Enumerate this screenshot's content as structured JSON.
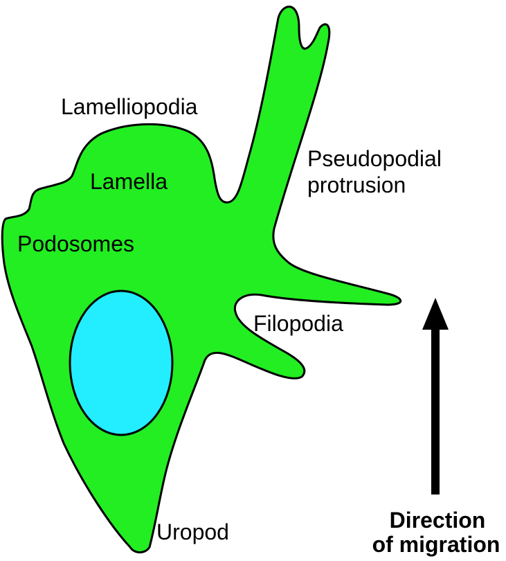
{
  "labels": {
    "lamelliopodia": "Lamelliopodia",
    "lamella": "Lamella",
    "podosomes": "Podosomes",
    "pseudopodial_line1": "Pseudopodial",
    "pseudopodial_line2": "protrusion",
    "filopodia": "Filopodia",
    "uropod": "Uropod",
    "direction_line1": "Direction",
    "direction_line2": "of migration"
  },
  "colors": {
    "cell_fill": "#22ee22",
    "nucleus_fill": "#22eeff",
    "outline": "#000000",
    "arrow": "#000000"
  }
}
